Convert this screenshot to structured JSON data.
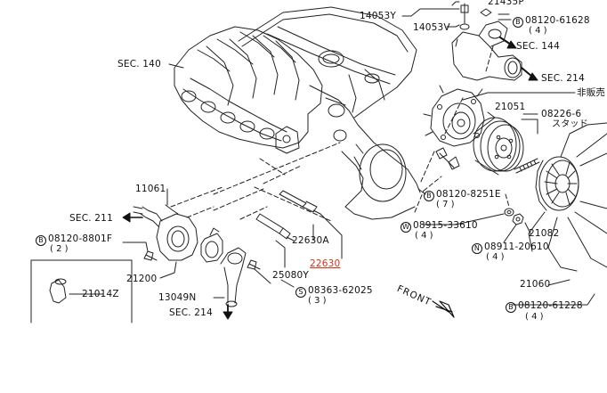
{
  "diagram": {
    "labels": {
      "p21435p": "21435P",
      "p14053y": "14053Y",
      "p14053v": "14053V",
      "b_61628": "08120-61628",
      "b_61628_qty": "( 4 )",
      "sec144": "SEC. 144",
      "sec214_top": "SEC. 214",
      "sec140": "SEC. 140",
      "non_sale": "非販売",
      "p21051": "21051",
      "p08226": "08226-6",
      "stud": "スタッド",
      "p11061": "11061",
      "sec211": "SEC. 211",
      "b_8801f": "08120-8801F",
      "b_8801f_qty": "( 2 )",
      "p21200": "21200",
      "p21014z": "21014Z",
      "p13049n": "13049N",
      "sec214_bottom": "SEC. 214",
      "p22630a": "22630A",
      "p22630": "22630",
      "p25080y": "25080Y",
      "s_62025": "08363-62025",
      "s_62025_qty": "( 3 )",
      "b_8251e": "08120-8251E",
      "b_8251e_qty": "( 7 )",
      "w_33610": "08915-33610",
      "w_33610_qty": "( 4 )",
      "n_20610": "08911-20610",
      "n_20610_qty": "( 4 )",
      "p21082": "21082",
      "p21060": "21060",
      "b_61228": "08120-61228",
      "b_61228_qty": "( 4 )",
      "front": "FRONT"
    },
    "prefixes": {
      "b": "B",
      "s": "S",
      "w": "W",
      "n": "N"
    },
    "highlight_color": "#d9301a"
  }
}
